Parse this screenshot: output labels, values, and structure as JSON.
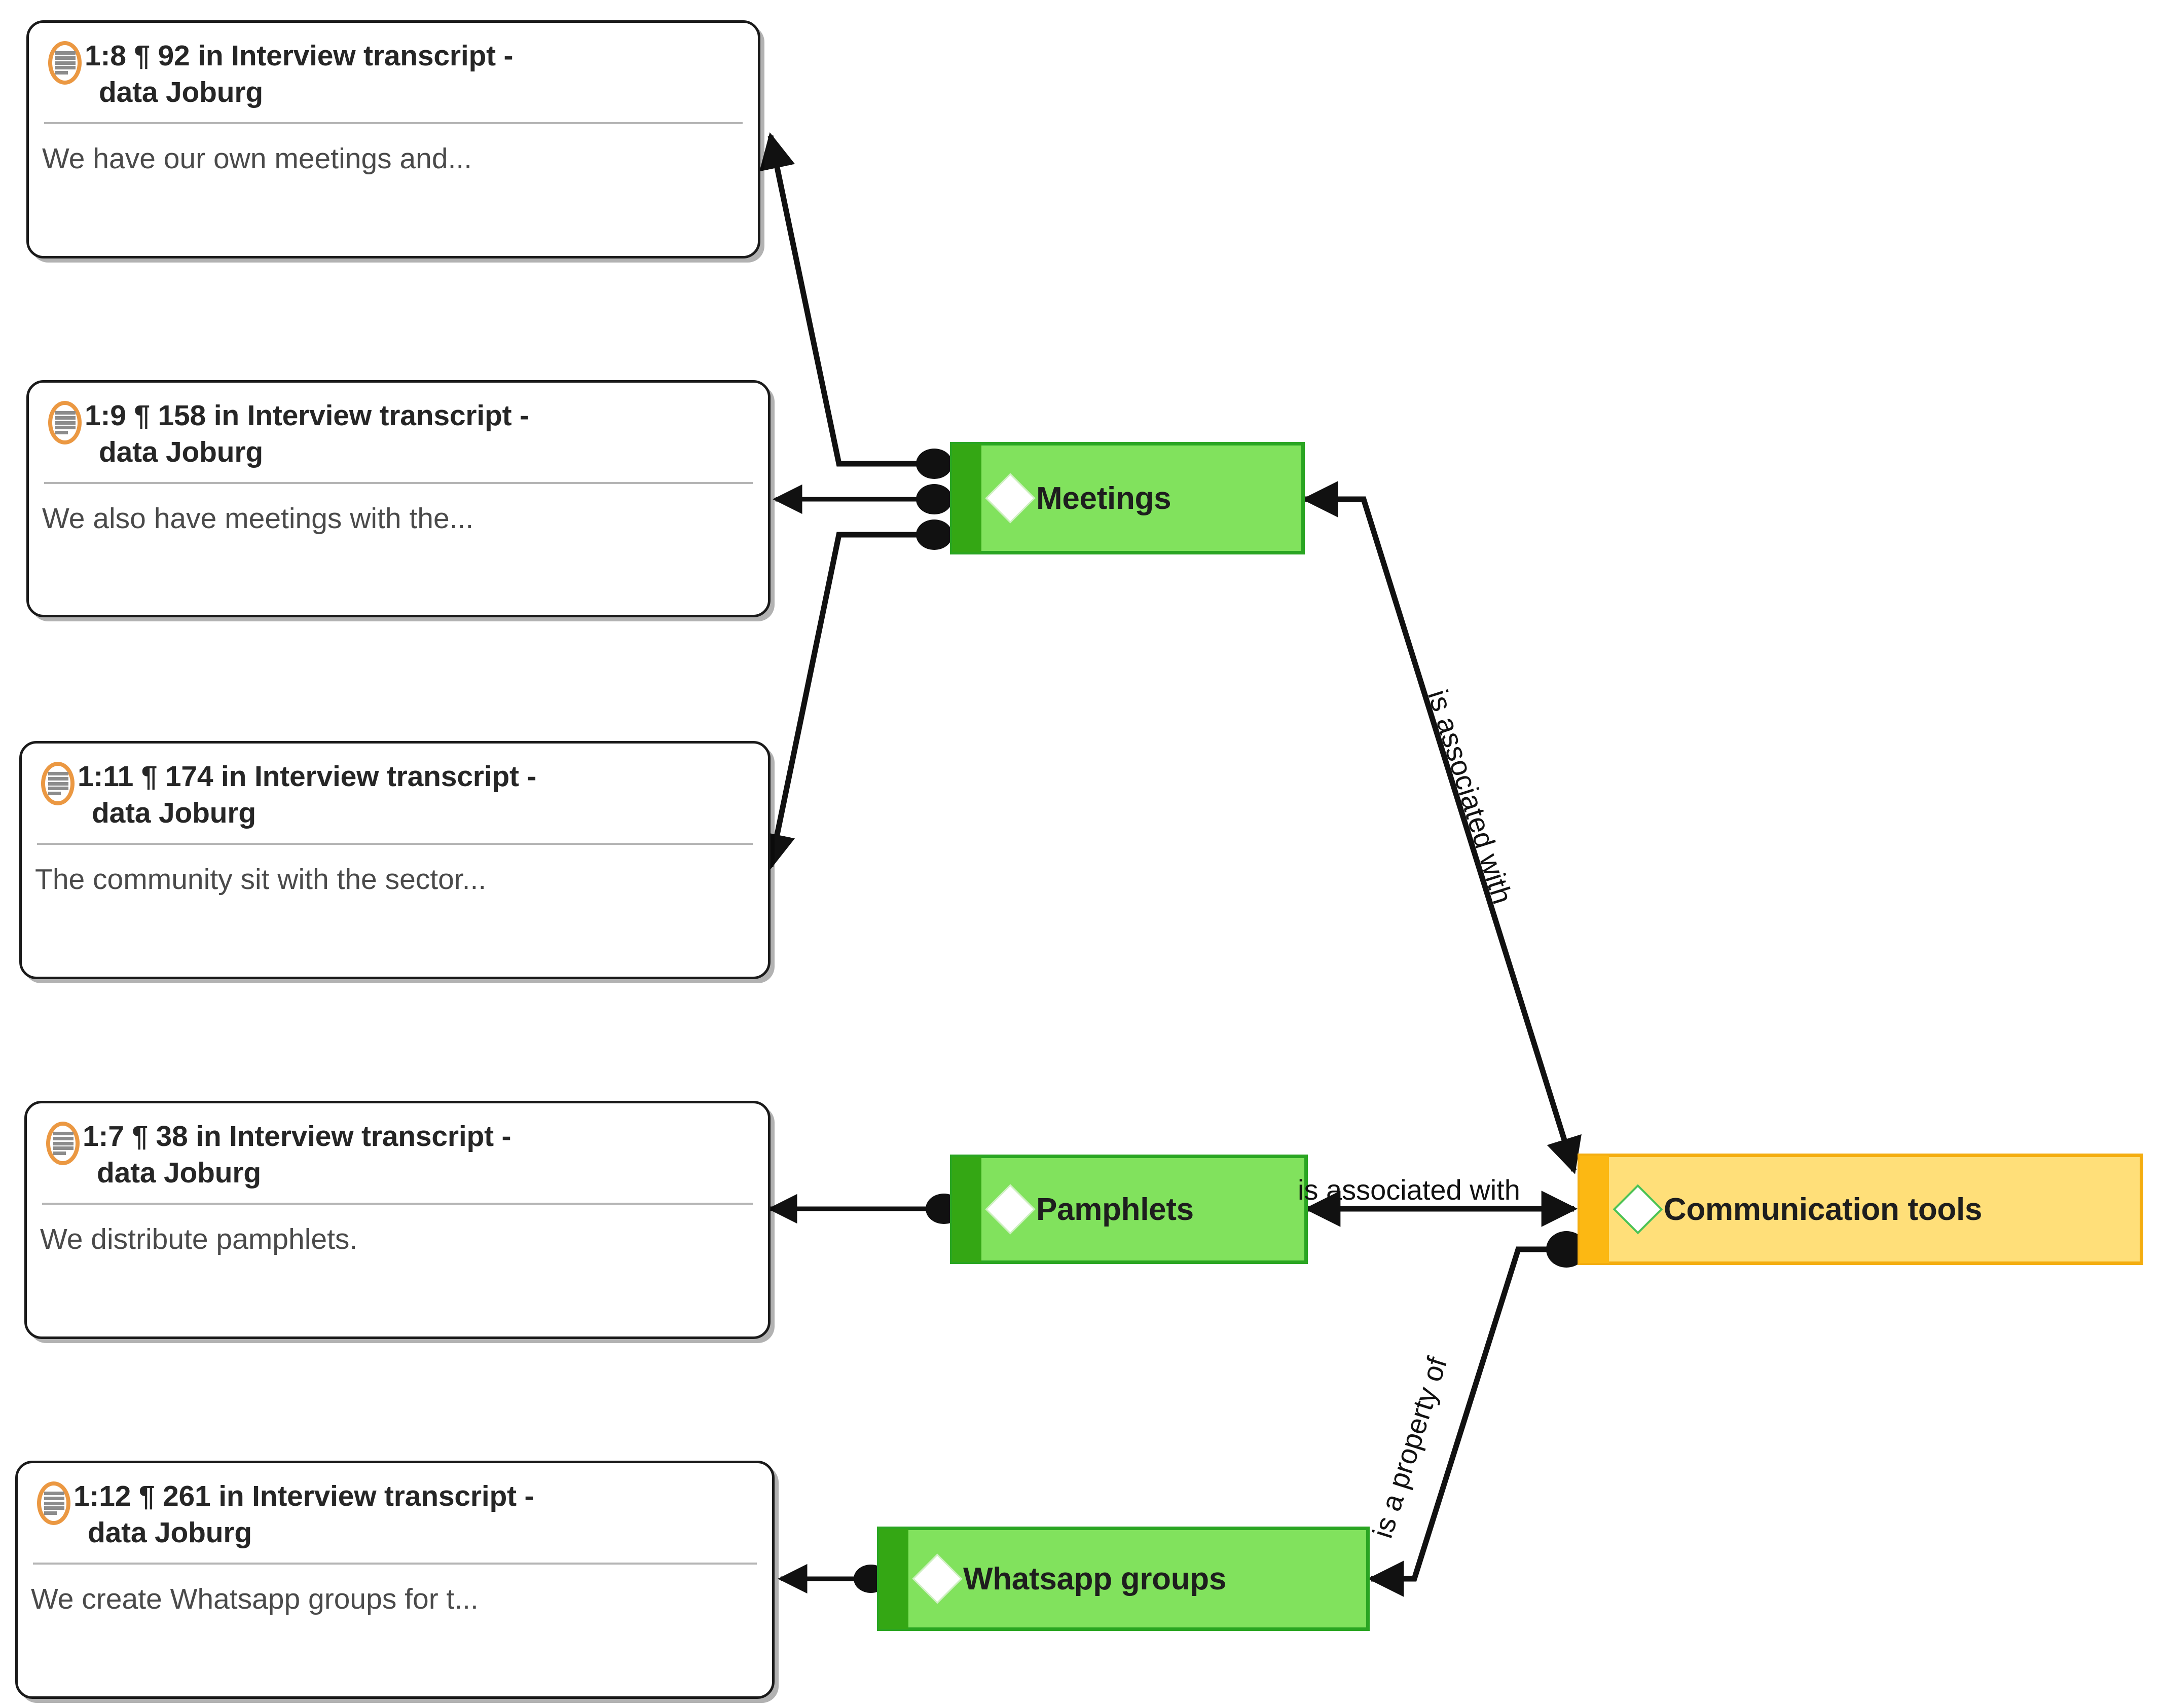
{
  "app": {
    "view_title": "Network view",
    "background_color": "#ffffff"
  },
  "colors": {
    "quotation_icon_ring": "#eb9842",
    "quotation_icon_lines": "#8c8c8c",
    "quotation_border": "#1a1a1a",
    "concept_green_bar": "#34a714",
    "concept_green_body": "#81e25d",
    "concept_green_border": "#2aa522",
    "concept_yellow_bar": "#fcb813",
    "concept_yellow_body": "#ffdf79",
    "concept_yellow_border": "#f4ad10",
    "edge_stroke": "#111111"
  },
  "quotations": [
    {
      "id": "1:8",
      "icon": "quotation-icon",
      "title_line1": "1:8 ¶ 92 in Interview transcript  -",
      "title_line2": "data Joburg",
      "preview": "We have our own meetings and..."
    },
    {
      "id": "1:9",
      "icon": "quotation-icon",
      "title_line1": "1:9 ¶ 158 in Interview transcript  -",
      "title_line2": "data Joburg",
      "preview": "We also have meetings with the..."
    },
    {
      "id": "1:11",
      "icon": "quotation-icon",
      "title_line1": "1:11 ¶ 174 in Interview transcript  -",
      "title_line2": "data Joburg",
      "preview": "The community sit with the sector..."
    },
    {
      "id": "1:7",
      "icon": "quotation-icon",
      "title_line1": "1:7 ¶ 38 in Interview transcript  -",
      "title_line2": "data Joburg",
      "preview": "We distribute pamphlets."
    },
    {
      "id": "1:12",
      "icon": "quotation-icon",
      "title_line1": "1:12 ¶ 261 in Interview transcript  -",
      "title_line2": "data Joburg",
      "preview": "We create Whatsapp groups for t..."
    }
  ],
  "concepts": [
    {
      "id": "meetings",
      "label": "Meetings",
      "color": "green",
      "icon": "code-diamond-icon"
    },
    {
      "id": "pamphlets",
      "label": "Pamphlets",
      "color": "green",
      "icon": "code-diamond-icon"
    },
    {
      "id": "whatsapp-groups",
      "label": "Whatsapp groups",
      "color": "green",
      "icon": "code-diamond-icon"
    },
    {
      "id": "communication-tools",
      "label": "Communication tools",
      "color": "yellow",
      "icon": "code-diamond-icon"
    }
  ],
  "edge_labels": {
    "meetings_comm": "is associated with",
    "pamphlets_comm": "is associated with",
    "whatsapp_comm": "is a property of"
  },
  "relations": [
    {
      "from": "meetings",
      "to": "1:8",
      "label": ""
    },
    {
      "from": "meetings",
      "to": "1:9",
      "label": ""
    },
    {
      "from": "meetings",
      "to": "1:11",
      "label": ""
    },
    {
      "from": "pamphlets",
      "to": "1:7",
      "label": ""
    },
    {
      "from": "whatsapp-groups",
      "to": "1:12",
      "label": ""
    },
    {
      "from": "meetings",
      "to": "communication-tools",
      "label": "is associated with"
    },
    {
      "from": "pamphlets",
      "to": "communication-tools",
      "label": "is associated with"
    },
    {
      "from": "communication-tools",
      "to": "whatsapp-groups",
      "label": "is a property of"
    }
  ]
}
